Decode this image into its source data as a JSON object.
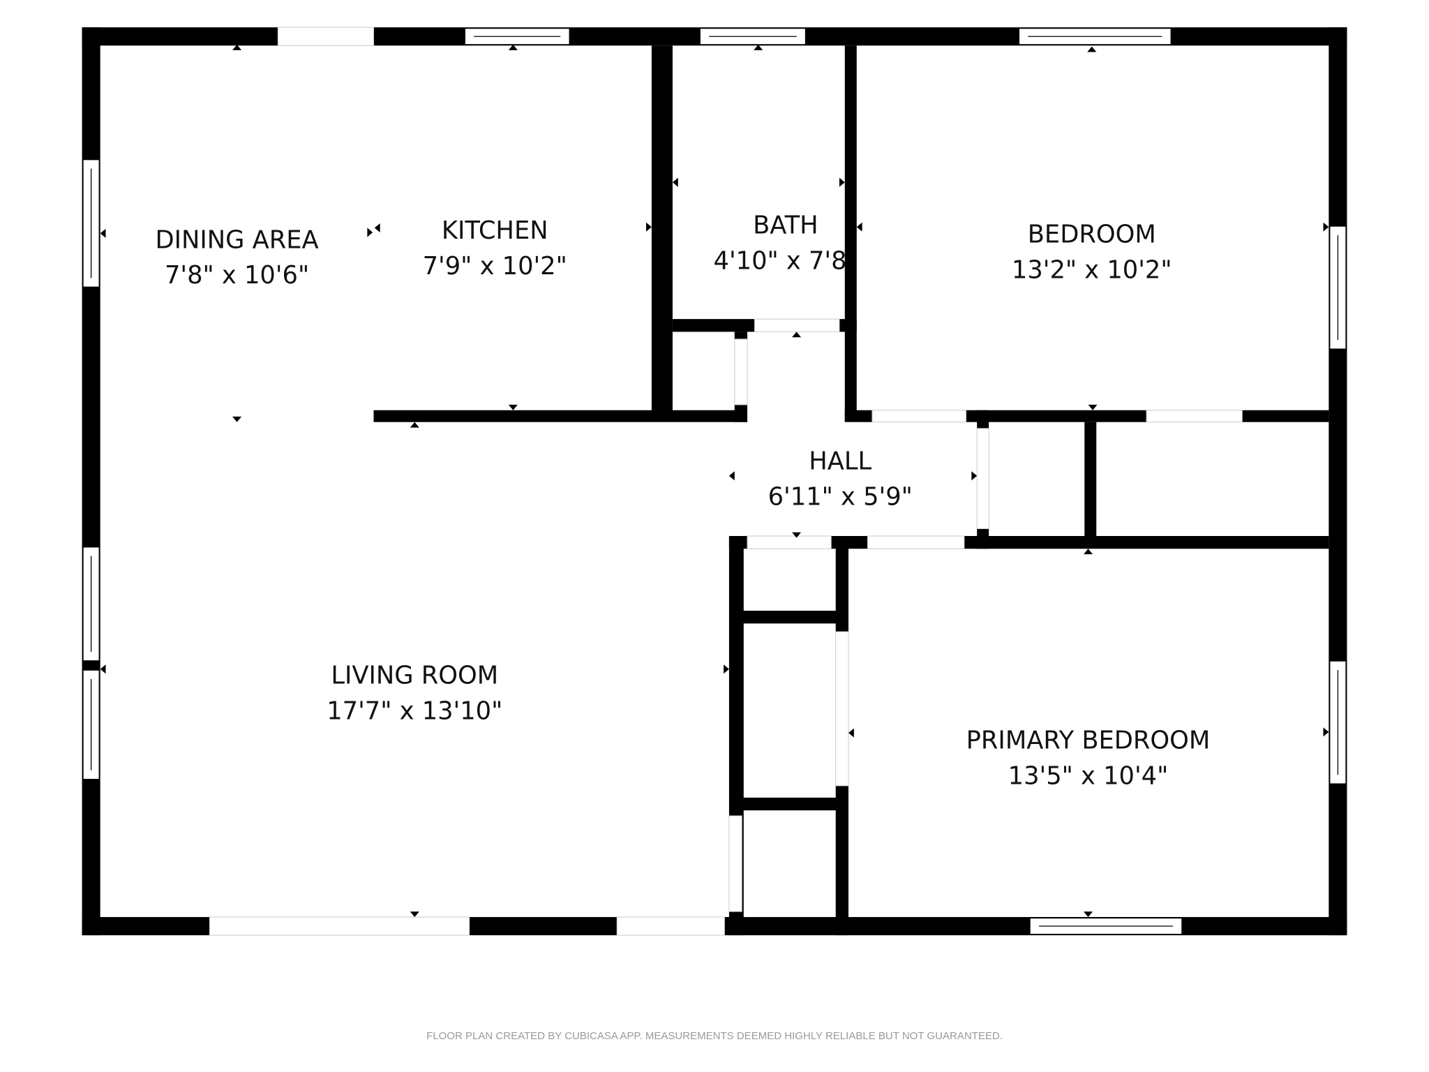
{
  "rooms": [
    {
      "name": "DINING AREA",
      "dims": "7'8\" x 10'6\""
    },
    {
      "name": "KITCHEN",
      "dims": "7'9\" x 10'2\""
    },
    {
      "name": "BATH",
      "dims": "4'10\" x 7'8"
    },
    {
      "name": "BEDROOM",
      "dims": "13'2\" x 10'2\""
    },
    {
      "name": "HALL",
      "dims": "6'11\" x 5'9\""
    },
    {
      "name": "LIVING ROOM",
      "dims": "17'7\" x 13'10\""
    },
    {
      "name": "PRIMARY BEDROOM",
      "dims": "13'5\" x 10'4\""
    }
  ],
  "footer": "FLOOR PLAN CREATED BY CUBICASA APP. MEASUREMENTS DEEMED HIGHLY RELIABLE BUT NOT GUARANTEED.",
  "colors": {
    "wall": "#000000",
    "background": "#ffffff",
    "footer_text": "#9a9a9a"
  }
}
